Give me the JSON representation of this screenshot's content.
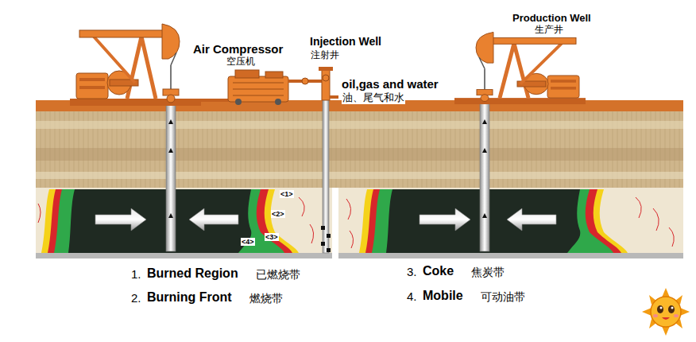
{
  "diagram": {
    "labels": [
      "Production Well",
      "生产井",
      "Air Compressor",
      "空压机",
      "Injection Well",
      "注射井",
      "oil,gas and water",
      "油、尾气和水",
      "<1>",
      "<2>",
      "<4>",
      "<3>",
      "1.",
      "Burned Region",
      "已燃烧带",
      "3.",
      "Coke",
      "焦炭带",
      "2.",
      "Burning Front",
      "燃烧带",
      "4.",
      "Mobile",
      "可动油带"
    ]
  }
}
